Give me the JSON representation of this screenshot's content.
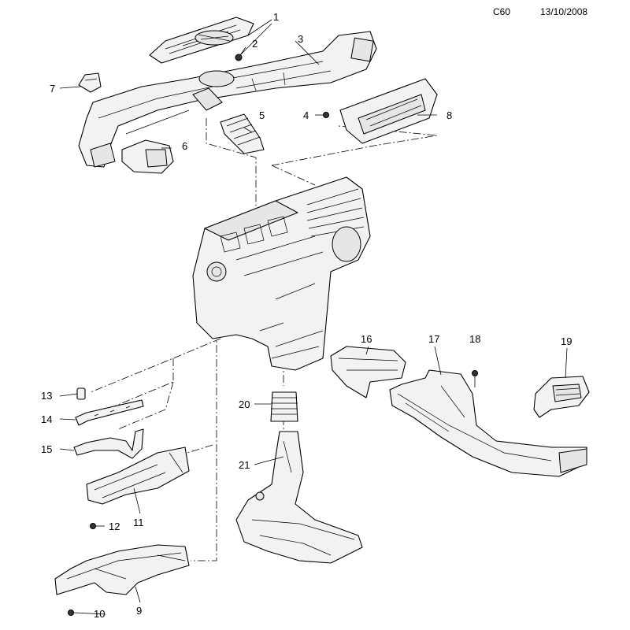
{
  "header": {
    "code": "C60",
    "date": "13/10/2008"
  },
  "callouts": {
    "c1": "1",
    "c2": "2",
    "c3": "3",
    "c4": "4",
    "c5": "5",
    "c6": "6",
    "c7": "7",
    "c8": "8",
    "c9": "9",
    "c10": "10",
    "c11": "11",
    "c12": "12",
    "c13": "13",
    "c14": "14",
    "c15": "15",
    "c16": "16",
    "c17": "17",
    "c18": "18",
    "c19": "19",
    "c20": "20",
    "c21": "21"
  }
}
